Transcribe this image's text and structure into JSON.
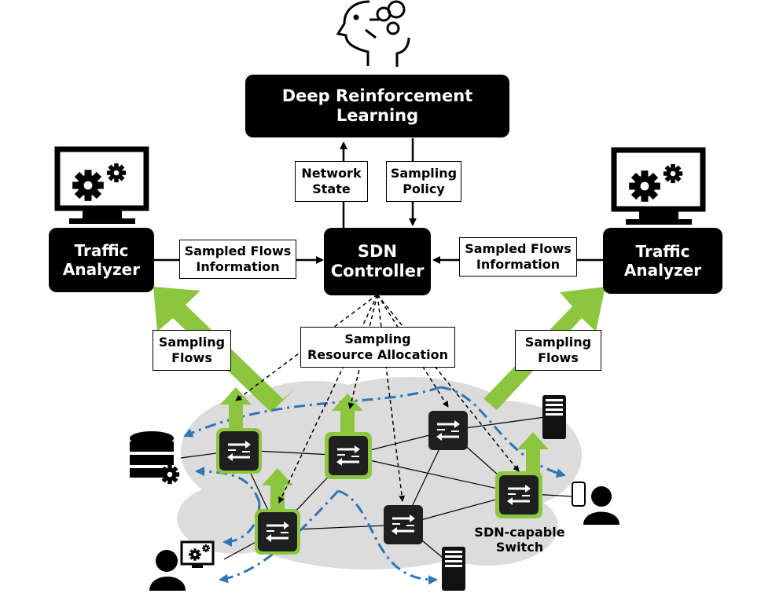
{
  "title_box": "Deep Reinforcement Learning",
  "controller": "SDN\nController",
  "analyzer_left": "Traffic\nAnalyzer",
  "analyzer_right": "Traffic\nAnalyzer",
  "network_state": "Network\nState",
  "sampling_policy": "Sampling\nPolicy",
  "sampled_info_left": "Sampled Flows\nInformation",
  "sampled_info_right": "Sampled Flows\nInformation",
  "sampling_flows_left": "Sampling\nFlows",
  "sampling_flows_right": "Sampling\nFlows",
  "resource_allocation": "Sampling\nResource Allocation",
  "switch_label": "SDN-capable\nSwitch",
  "colors": {
    "green": "#8cc63f",
    "blue_flow": "#2e75b6",
    "cloud": "#dcdcdc",
    "black": "#000000"
  },
  "icons": [
    "ai-brain-gear-icon",
    "monitor-gear-icon",
    "switch-icon",
    "server-icon",
    "database-gear-icon",
    "user-phone-icon",
    "user-computer-icon"
  ]
}
